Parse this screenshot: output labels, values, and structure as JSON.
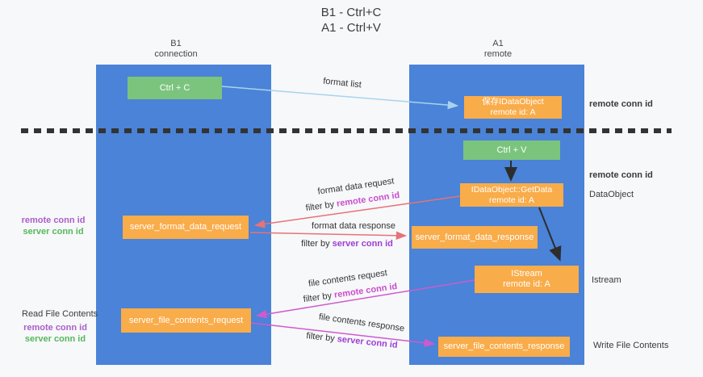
{
  "title": {
    "line1": "B1 - Ctrl+C",
    "line2": "A1 - Ctrl+V"
  },
  "lanes": {
    "left": {
      "name": "B1",
      "role": "connection"
    },
    "right": {
      "name": "A1",
      "role": "remote"
    }
  },
  "boxes": {
    "ctrl_c": "Ctrl + C",
    "ctrl_v": "Ctrl + V",
    "save_idataobject": {
      "line1": "保存IDataObject",
      "line2": "remote id: A"
    },
    "getdata": {
      "line1": "IDataObject::GetData",
      "line2": "remote id: A"
    },
    "istream": {
      "line1": "IStream",
      "line2": "remote id: A"
    },
    "format_request": "server_format_data_request",
    "format_response": "server_format_data_response",
    "file_request": "server_file_contents_request",
    "file_response": "server_file_contents_response"
  },
  "labels": {
    "format_list": "format list",
    "format_data_request": "format data request",
    "format_data_response": "format data response",
    "file_contents_request": "file contents request",
    "file_contents_response": "file contents response",
    "filter_by": "filter by",
    "remote_conn_id": "remote conn id",
    "server_conn_id": "server conn id",
    "dataobject": "DataObject",
    "istream": "Istream",
    "read_file_contents": "Read File Contents",
    "write_file_contents": "Write File Contents"
  },
  "colors": {
    "panel_blue": "#4a83d7",
    "box_green": "#7bc47e",
    "box_orange": "#f9ac4a",
    "arrow_light_blue": "#a8d3ef",
    "arrow_salmon": "#e77277",
    "arrow_magenta": "#cf5ace",
    "arrow_black": "#2d2d2d",
    "remote_conn_purple": "#ab5ec9",
    "remote_conn_magenta": "#cb4ccb",
    "server_conn_purple": "#9d3ed3",
    "server_conn_green": "#56b85c"
  }
}
